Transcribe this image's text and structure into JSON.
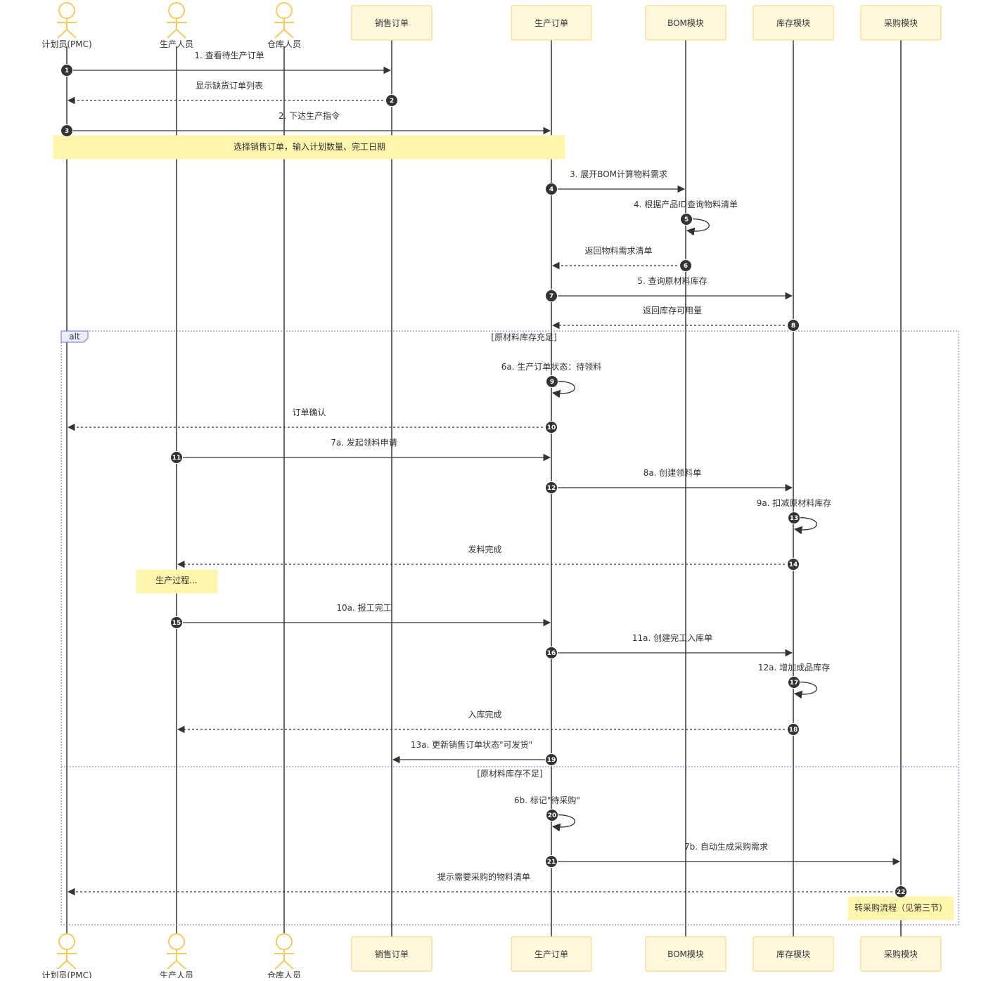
{
  "participants": [
    {
      "id": "pmc",
      "label": "计划员(PMC)",
      "kind": "actor"
    },
    {
      "id": "prod_staff",
      "label": "生产人员",
      "kind": "actor"
    },
    {
      "id": "wh_staff",
      "label": "仓库人员",
      "kind": "actor"
    },
    {
      "id": "sales_order",
      "label": "销售订单",
      "kind": "box"
    },
    {
      "id": "prod_order",
      "label": "生产订单",
      "kind": "box"
    },
    {
      "id": "bom",
      "label": "BOM模块",
      "kind": "box"
    },
    {
      "id": "inventory",
      "label": "库存模块",
      "kind": "box"
    },
    {
      "id": "purchase",
      "label": "采购模块",
      "kind": "box"
    }
  ],
  "messages": [
    {
      "seq": "1",
      "from": "pmc",
      "to": "sales_order",
      "label": "1. 查看待生产订单",
      "style": "solid"
    },
    {
      "seq": "2",
      "from": "sales_order",
      "to": "pmc",
      "label": "显示缺货订单列表",
      "style": "dotted"
    },
    {
      "seq": "3",
      "from": "pmc",
      "to": "prod_order",
      "label": "2. 下达生产指令",
      "style": "solid"
    },
    {
      "seq": "4",
      "from": "prod_order",
      "to": "bom",
      "label": "3. 展开BOM计算物料需求",
      "style": "solid"
    },
    {
      "seq": "5",
      "from": "bom",
      "to": "bom",
      "label": "4. 根据产品ID查询物料清单",
      "style": "self"
    },
    {
      "seq": "6",
      "from": "bom",
      "to": "prod_order",
      "label": "返回物料需求清单",
      "style": "dotted"
    },
    {
      "seq": "7",
      "from": "prod_order",
      "to": "inventory",
      "label": "5. 查询原材料库存",
      "style": "solid"
    },
    {
      "seq": "8",
      "from": "inventory",
      "to": "prod_order",
      "label": "返回库存可用量",
      "style": "dotted"
    },
    {
      "seq": "9",
      "from": "prod_order",
      "to": "prod_order",
      "label": "6a. 生产订单状态：待领料",
      "style": "self"
    },
    {
      "seq": "10",
      "from": "prod_order",
      "to": "pmc",
      "label": "订单确认",
      "style": "dotted"
    },
    {
      "seq": "11",
      "from": "prod_staff",
      "to": "prod_order",
      "label": "7a. 发起领料申请",
      "style": "solid"
    },
    {
      "seq": "12",
      "from": "prod_order",
      "to": "inventory",
      "label": "8a. 创建领料单",
      "style": "solid"
    },
    {
      "seq": "13",
      "from": "inventory",
      "to": "inventory",
      "label": "9a. 扣减原材料库存",
      "style": "self"
    },
    {
      "seq": "14",
      "from": "inventory",
      "to": "prod_staff",
      "label": "发料完成",
      "style": "dotted"
    },
    {
      "seq": "15",
      "from": "prod_staff",
      "to": "prod_order",
      "label": "10a. 报工完工",
      "style": "solid"
    },
    {
      "seq": "16",
      "from": "prod_order",
      "to": "inventory",
      "label": "11a. 创建完工入库单",
      "style": "solid"
    },
    {
      "seq": "17",
      "from": "inventory",
      "to": "inventory",
      "label": "12a. 增加成品库存",
      "style": "self"
    },
    {
      "seq": "18",
      "from": "inventory",
      "to": "prod_staff",
      "label": "入库完成",
      "style": "dotted"
    },
    {
      "seq": "19",
      "from": "prod_order",
      "to": "sales_order",
      "label": "13a. 更新销售订单状态\"可发货\"",
      "style": "solid"
    },
    {
      "seq": "20",
      "from": "prod_order",
      "to": "prod_order",
      "label": "6b. 标记\"待采购\"",
      "style": "self"
    },
    {
      "seq": "21",
      "from": "prod_order",
      "to": "purchase",
      "label": "7b. 自动生成采购需求",
      "style": "solid"
    },
    {
      "seq": "22",
      "from": "purchase",
      "to": "pmc",
      "label": "提示需要采购的物料清单",
      "style": "dotted"
    }
  ],
  "notes": [
    {
      "id": "note_select",
      "text": "选择销售订单，输入计划数量、完工日期"
    },
    {
      "id": "note_production",
      "text": "生产过程..."
    },
    {
      "id": "note_purchase",
      "text": "转采购流程（见第三节）"
    }
  ],
  "alt_block": {
    "keyword": "alt",
    "branch1": "[原材料库存充足]",
    "branch2": "[原材料库存不足]"
  },
  "colors": {
    "actor_stroke": "#f2cc5e",
    "box_fill": "#fff8dc",
    "box_stroke": "#f2d27a",
    "note_fill": "#fff5ad",
    "line": "#333333",
    "seq_fill": "#333333",
    "alt_border": "#7070c8",
    "alt_label_fill": "#ececff"
  }
}
